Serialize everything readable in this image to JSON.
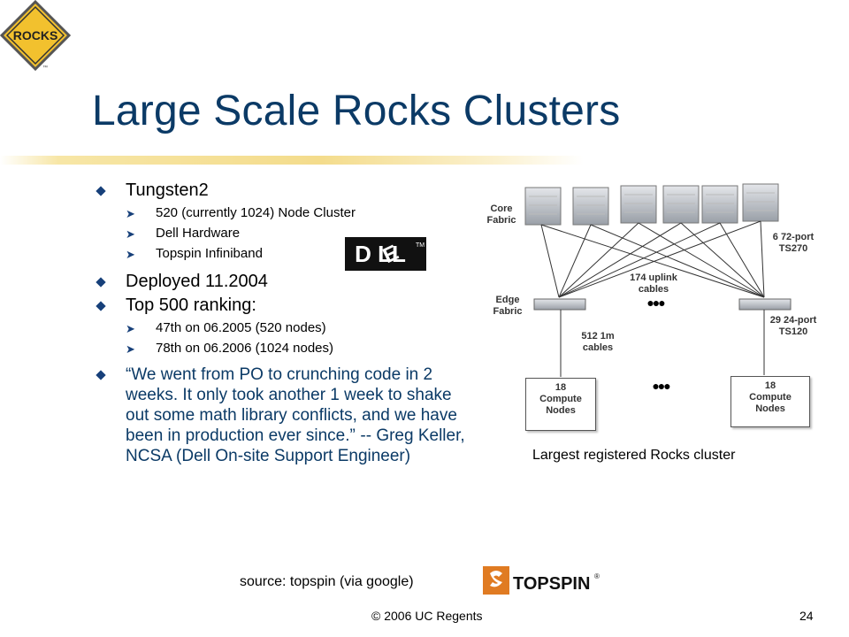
{
  "logo": {
    "text": "ROCKS",
    "tm": "™"
  },
  "title": "Large Scale Rocks Clusters",
  "bullets": {
    "b1": "Tungsten2",
    "b1_sub": [
      "520 (currently 1024)  Node Cluster",
      "Dell Hardware",
      "Topspin Infiniband"
    ],
    "b2": "Deployed 11.2004",
    "b3": "Top 500 ranking:",
    "b3_sub": [
      "47th on 06.2005 (520 nodes)",
      "78th on 06.2006 (1024 nodes)"
    ],
    "quote": "“We went from PO to crunching code in 2 weeks. It only took another 1 week to shake out some math library conflicts, and we have been in production ever since.”",
    "attribution": "-- Greg Keller, NCSA (Dell On-site Support Engineer)"
  },
  "dell_logo": {
    "text": "D LL",
    "tm": "TM"
  },
  "diagram": {
    "core_label_1": "Core",
    "core_label_2": "Fabric",
    "edge_label_1": "Edge",
    "edge_label_2": "Fabric",
    "ts270_1": "6 72-port",
    "ts270_2": "TS270",
    "uplink_1": "174 uplink",
    "uplink_2": "cables",
    "ts120_1": "29 24-port",
    "ts120_2": "TS120",
    "cables_1": "512 1m",
    "cables_2": "cables",
    "node_left": [
      "18",
      "Compute",
      "Nodes"
    ],
    "node_right": [
      "18",
      "Compute",
      "Nodes"
    ],
    "ellipsis": "●●●"
  },
  "caption": "Largest registered Rocks cluster",
  "source": "source: topspin (via google)",
  "topspin_logo": {
    "text": "TOPSPIN",
    "reg": "®"
  },
  "footer": {
    "copyright": "© 2006 UC Regents",
    "page": "24"
  },
  "colors": {
    "title": "#0b3a66",
    "bullet": "#17407a",
    "topspin_orange": "#e07b22",
    "logo_yellow": "#f2c12e"
  }
}
